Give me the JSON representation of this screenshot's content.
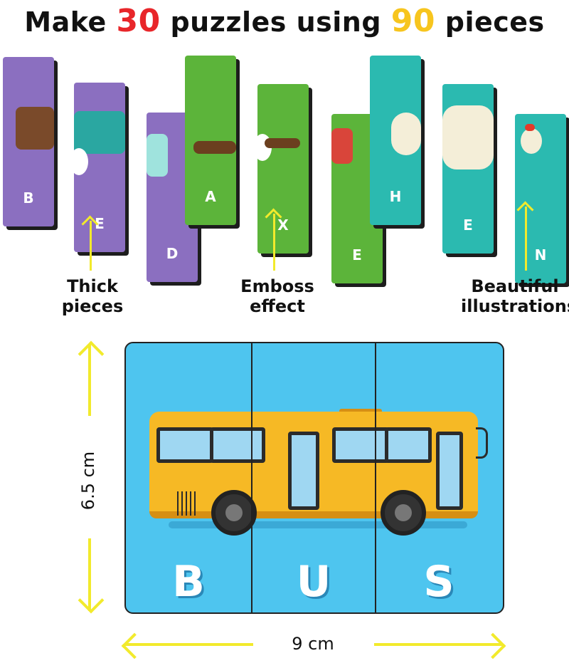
{
  "headline": {
    "prefix": "Make ",
    "puzzles_count": "30",
    "middle": " puzzles using ",
    "pieces_count": "90",
    "suffix": " pieces"
  },
  "pieces": [
    {
      "letter": "B",
      "color": "#8b6fc0"
    },
    {
      "letter": "E",
      "color": "#8b6fc0"
    },
    {
      "letter": "D",
      "color": "#8b6fc0"
    },
    {
      "letter": "A",
      "color": "#5cb43a"
    },
    {
      "letter": "X",
      "color": "#5cb43a"
    },
    {
      "letter": "E",
      "color": "#5cb43a"
    },
    {
      "letter": "H",
      "color": "#2bbab0"
    },
    {
      "letter": "E",
      "color": "#2bbab0"
    },
    {
      "letter": "N",
      "color": "#2bbab0"
    }
  ],
  "callouts": {
    "thick": "Thick\npieces",
    "emboss": "Emboss\neffect",
    "illustrations": "Beautiful\nillustrations"
  },
  "puzzle": {
    "letters": [
      "B",
      "U",
      "S"
    ],
    "height_label": "6.5 cm",
    "width_label": "9 cm"
  },
  "colors": {
    "accent_red": "#e8262a",
    "accent_yellow": "#f7c51e",
    "arrow_yellow": "#f2ea2c",
    "puzzle_blue": "#4ec5ef",
    "bus_yellow": "#f6b925"
  }
}
